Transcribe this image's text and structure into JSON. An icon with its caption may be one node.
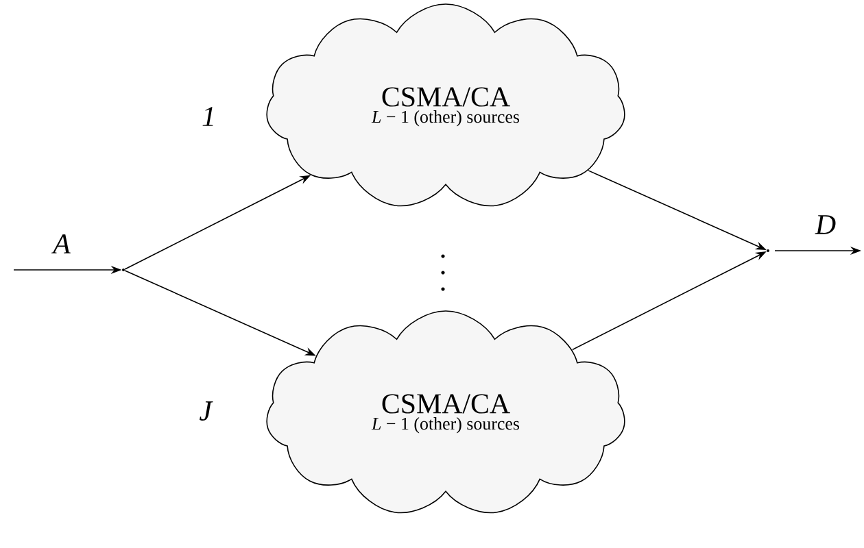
{
  "diagram": {
    "nodes": [
      {
        "text": [],
        "shape": "point"
      },
      {
        "text": [
          "CSMA/CA",
          "*L* − 1 (other) sources"
        ],
        "beside": [
          "1"
        ]
      },
      {
        "text": [
          "CSMA/CA",
          "*L* − 1 (other) sources"
        ],
        "beside": [
          "J"
        ]
      },
      {
        "text": [],
        "shape": "point"
      }
    ],
    "edges": [
      {
        "from": null,
        "to": 0,
        "arrow": "to",
        "label": "A"
      },
      {
        "from": 0,
        "to": 1,
        "arrow": "to"
      },
      {
        "from": 0,
        "to": 2,
        "arrow": "to"
      },
      {
        "from": 1,
        "to": 3,
        "arrow": "to"
      },
      {
        "from": 2,
        "to": 3,
        "arrow": "to"
      },
      {
        "from": 3,
        "to": null,
        "arrow": "to",
        "label": "D"
      }
    ]
  }
}
